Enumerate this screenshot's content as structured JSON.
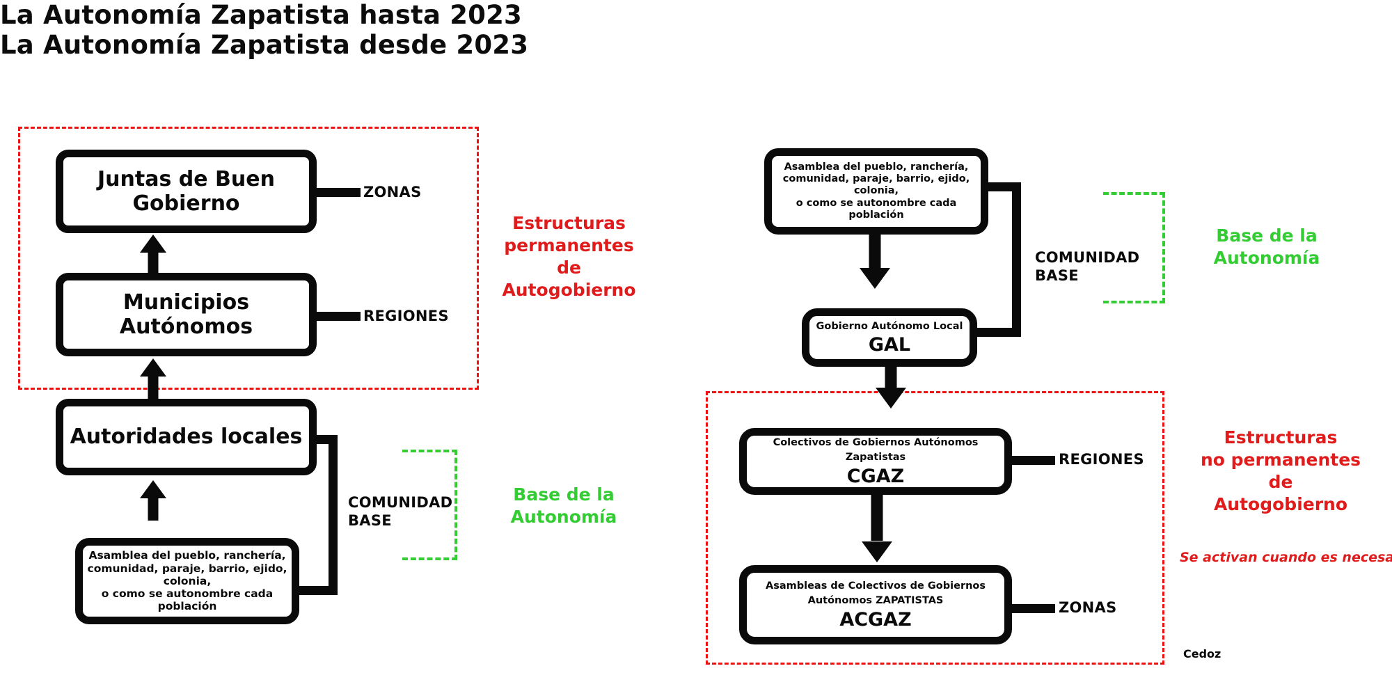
{
  "left_panel": {
    "title": "La  Autonomía Zapatista hasta 2023",
    "nodes": {
      "jbg": "Juntas de Buen\nGobierno",
      "municipios": "Municipios\nAutónomos",
      "autoridades": "Autoridades locales",
      "asamblea": "Asamblea del pueblo, ranchería,\ncomunidad, paraje, barrio, ejido, colonia,\no como se autonombre cada población"
    },
    "stub_labels": {
      "zonas": "ZONAS",
      "regiones": "REGIONES"
    },
    "bracket_label": "COMUNIDAD\nBASE",
    "red_caption": "Estructuras\npermanentes\nde\nAutogobierno",
    "green_caption": "Base de la\nAutonomía"
  },
  "right_panel": {
    "title": "La  Autonomía Zapatista desde 2023",
    "nodes": {
      "asamblea": "Asamblea del pueblo, ranchería,\ncomunidad, paraje, barrio, ejido, colonia,\no como se autonombre cada población",
      "gal_full": "Gobierno Autónomo Local",
      "gal_acronym": "GAL",
      "cgaz_full": "Colectivos de Gobiernos Autónomos Zapatistas",
      "cgaz_acronym": "CGAZ",
      "acgaz_full": "Asambleas de Colectivos de Gobiernos\nAutónomos ZAPATISTAS",
      "acgaz_acronym": "ACGAZ"
    },
    "stub_labels": {
      "regiones": "REGIONES",
      "zonas": "ZONAS"
    },
    "bracket_label": "COMUNIDAD\nBASE",
    "green_caption": "Base de la\nAutonomía",
    "red_caption": "Estructuras\nno permanentes\nde\nAutogobierno",
    "red_note": "Se activan cuando es necesario"
  },
  "signature": "Cedoz",
  "colors": {
    "ink": "#0a0a0a",
    "red": "#e01b1b",
    "red_dash": "#ee1111",
    "green": "#33cc33",
    "background": "#ffffff"
  }
}
